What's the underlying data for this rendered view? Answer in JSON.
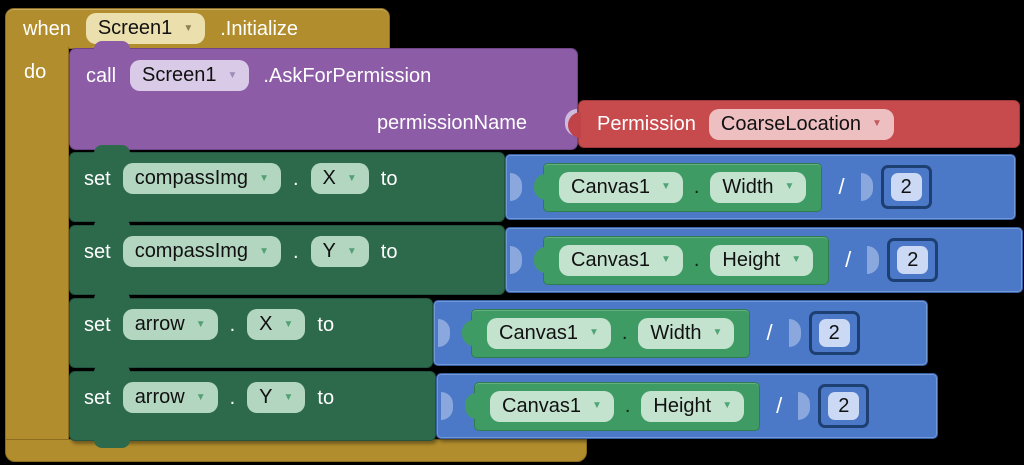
{
  "event_block": {
    "keyword": "when",
    "component": "Screen1",
    "event": ".Initialize",
    "do_label": "do"
  },
  "call_block": {
    "keyword": "call",
    "component": "Screen1",
    "method": ".AskForPermission",
    "param_label": "permissionName"
  },
  "permission_value_block": {
    "label": "Permission",
    "value": "CoarseLocation"
  },
  "set_blocks": [
    {
      "keyword": "set",
      "component": "compassImg",
      "property": "X",
      "to_label": "to",
      "value_expr": {
        "component": "Canvas1",
        "property": "Width",
        "operator": "/",
        "operand": "2"
      }
    },
    {
      "keyword": "set",
      "component": "compassImg",
      "property": "Y",
      "to_label": "to",
      "value_expr": {
        "component": "Canvas1",
        "property": "Height",
        "operator": "/",
        "operand": "2"
      }
    },
    {
      "keyword": "set",
      "component": "arrow",
      "property": "X",
      "to_label": "to",
      "value_expr": {
        "component": "Canvas1",
        "property": "Width",
        "operator": "/",
        "operand": "2"
      }
    },
    {
      "keyword": "set",
      "component": "arrow",
      "property": "Y",
      "to_label": "to",
      "value_expr": {
        "component": "Canvas1",
        "property": "Height",
        "operator": "/",
        "operand": "2"
      }
    }
  ],
  "glyphs": {
    "dropdown_arrow": "▼",
    "separator": "."
  },
  "colors": {
    "event_gold": "#B18D2D",
    "procedure_purple": "#8C5CA6",
    "helper_red": "#C74A4D",
    "setter_dark_green": "#2D6A4B",
    "getter_green": "#3F9B64",
    "math_blue": "#4B79C7",
    "background": "#000000"
  }
}
